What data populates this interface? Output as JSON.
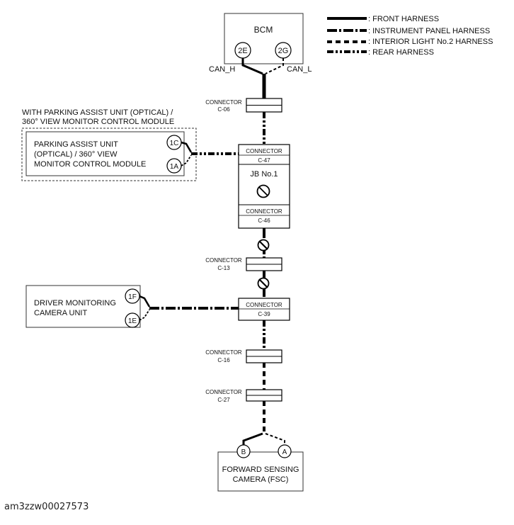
{
  "legend": {
    "front": ": FRONT HARNESS",
    "instrument": ": INSTRUMENT PANEL HARNESS",
    "interior": ": INTERIOR LIGHT No.2 HARNESS",
    "rear": ": REAR HARNESS"
  },
  "bcm": {
    "title": "BCM",
    "pin_left": "2E",
    "pin_right": "2G",
    "signal_left": "CAN_H",
    "signal_right": "CAN_L"
  },
  "connectors": {
    "label": "CONNECTOR",
    "c06": "C-06",
    "c47": "C-47",
    "c46": "C-46",
    "c13": "C-13",
    "c39": "C-39",
    "c16": "C-16",
    "c27": "C-27"
  },
  "jb": {
    "title": "JB No.1"
  },
  "parking": {
    "group_label_1": "WITH PARKING ASSIST UNIT (OPTICAL) /",
    "group_label_2": "360° VIEW MONITOR CONTROL MODULE",
    "line1": "PARKING ASSIST UNIT",
    "line2": "(OPTICAL) / 360° VIEW",
    "line3": "MONITOR CONTROL MODULE",
    "pin_top": "1C",
    "pin_bottom": "1A"
  },
  "driver": {
    "line1": "DRIVER MONITORING",
    "line2": "CAMERA UNIT",
    "pin_top": "1F",
    "pin_bottom": "1E"
  },
  "fsc": {
    "line1": "FORWARD SENSING",
    "line2": "CAMERA (FSC)",
    "pin_left": "B",
    "pin_right": "A"
  },
  "figure_id": "am3zzw00027573"
}
